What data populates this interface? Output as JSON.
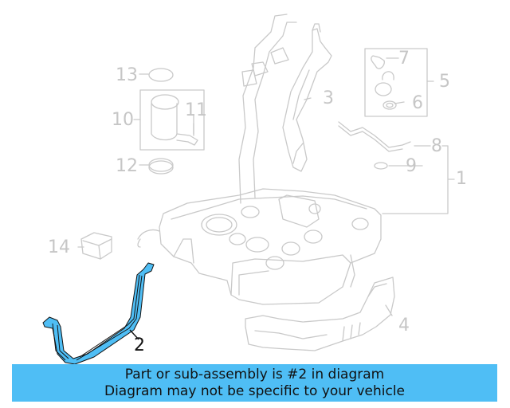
{
  "diagram": {
    "highlight_color": "#4fbef5",
    "line_color": "#c6c6c6",
    "callouts": [
      {
        "id": "1",
        "label": "1"
      },
      {
        "id": "2",
        "label": "2",
        "highlighted": true
      },
      {
        "id": "3",
        "label": "3"
      },
      {
        "id": "4",
        "label": "4"
      },
      {
        "id": "5",
        "label": "5"
      },
      {
        "id": "6",
        "label": "6"
      },
      {
        "id": "7",
        "label": "7"
      },
      {
        "id": "8",
        "label": "8"
      },
      {
        "id": "9",
        "label": "9"
      },
      {
        "id": "10",
        "label": "10"
      },
      {
        "id": "11",
        "label": "11"
      },
      {
        "id": "12",
        "label": "12"
      },
      {
        "id": "13",
        "label": "13"
      },
      {
        "id": "14",
        "label": "14"
      }
    ]
  },
  "banner": {
    "line1": "Part or sub-assembly is #2 in diagram",
    "line2": "Diagram may not be specific to your vehicle",
    "background": "#4fbef5"
  }
}
